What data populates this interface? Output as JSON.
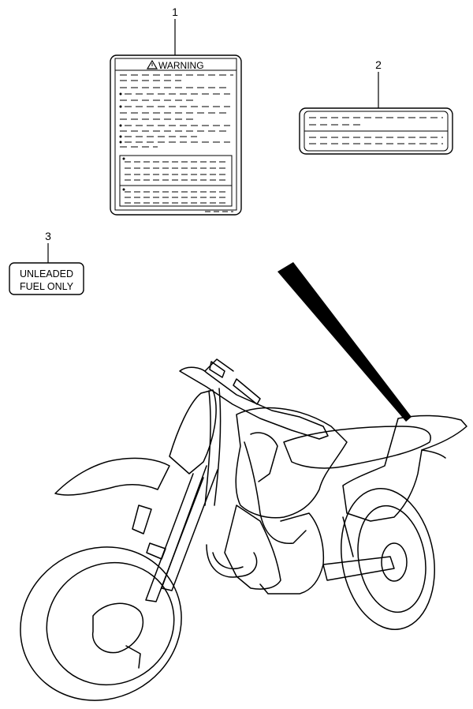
{
  "callouts": [
    {
      "number": "1"
    },
    {
      "number": "2"
    },
    {
      "number": "3"
    }
  ],
  "warning_label": {
    "header": "WARNING"
  },
  "fuel_label": {
    "line1": "UNLEADED",
    "line2": "FUEL ONLY"
  }
}
